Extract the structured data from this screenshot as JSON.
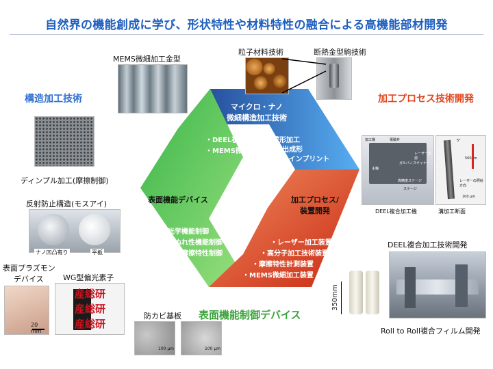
{
  "header": {
    "title": "自然界の機能創成に学び、形状特性や材料特性の融合による高機能部材開発"
  },
  "sections": {
    "structure": "構造加工技術",
    "process_dev": "加工プロセス技術開発",
    "surface_control": "表面機能制御デバイス"
  },
  "top_labels": {
    "mems_mold": "MEMS微細加工金型",
    "particle": "粒子材料技術",
    "insulated": "断熱金型駒技術"
  },
  "left_labels": {
    "dimple": "ディンプル加工(摩擦制御)",
    "antireflect": "反射防止構造(モスアイ)",
    "nano_with": "ナノ凹凸有り",
    "flat": "平板",
    "plasmon_1": "表面プラズモン",
    "plasmon_2": "デバイス",
    "wg": "WG型偏光素子",
    "scale_20mm": "20 mm",
    "logo_text": "産総研"
  },
  "bottom_labels": {
    "antimold": "防カビ基板",
    "scale_100um": "100 μm"
  },
  "right_labels": {
    "deel_machine": "DEEL複合加工機",
    "groove": "溝加工断面",
    "deel_dev": "DEEL複合加工技術開発",
    "roll": "Roll to Roll複合フィルム開発",
    "dim_350": "350mm",
    "scale_100um": "100 μm",
    "tag_head": "加工機",
    "tag_laser": "レーザー光源",
    "tag_galvano": "ガルバノスキャナー",
    "tag_spindle": "主軸",
    "tag_hd": "高精度ステージ",
    "tag_stage": "ステージ",
    "tag_elec": "電磁弁",
    "tag_zaxis": "5°",
    "tag_depth": "500μm",
    "tag_incident": "レーザーの照射方向"
  },
  "hex": {
    "blue_title_1": "マイクロ・ナノ",
    "blue_title_2": "微細構造加工技術",
    "blue_items": [
      "・DEEL複合加工",
      "・MEMS微細加工"
    ],
    "blue_items_right": [
      "・成形加工",
      "-射出成形",
      "-ナノインプリント"
    ],
    "green_title": "表面機能デバイス",
    "green_items": [
      "・光学機能制御",
      "・ぬれ性機能制御",
      "・摩擦特性制御"
    ],
    "red_title_1": "加工プロセス/",
    "red_title_2": "装置開発",
    "red_items": [
      "・レーザー加工装置",
      "・高分子加工技術装置",
      "・摩擦特性計測装置",
      "・MEMS微細加工装置"
    ]
  },
  "colors": {
    "title": "#1f5fbf",
    "blue": "#2f6fd0",
    "red": "#e0461f",
    "green": "#3aa33a"
  }
}
